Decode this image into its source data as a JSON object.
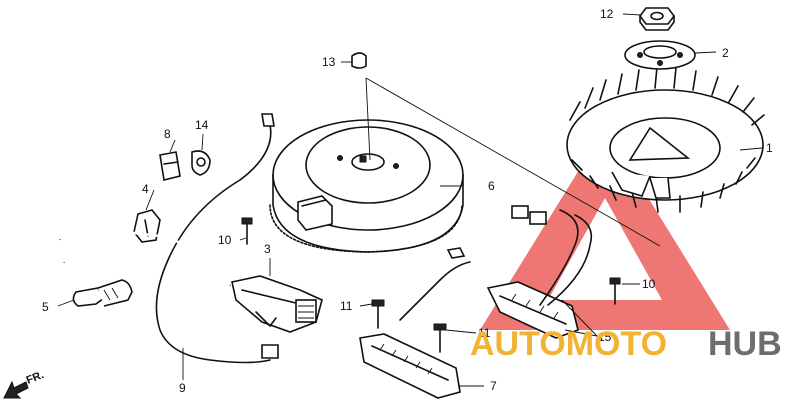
{
  "diagram": {
    "callouts": [
      {
        "id": "c1",
        "label": "1"
      },
      {
        "id": "c2",
        "label": "2"
      },
      {
        "id": "c3",
        "label": "3"
      },
      {
        "id": "c4",
        "label": "4"
      },
      {
        "id": "c5",
        "label": "5"
      },
      {
        "id": "c6",
        "label": "6"
      },
      {
        "id": "c7",
        "label": "7"
      },
      {
        "id": "c8",
        "label": "8"
      },
      {
        "id": "c9",
        "label": "9"
      },
      {
        "id": "c10a",
        "label": "10"
      },
      {
        "id": "c10b",
        "label": "10"
      },
      {
        "id": "c11a",
        "label": "11"
      },
      {
        "id": "c11b",
        "label": "11"
      },
      {
        "id": "c12",
        "label": "12"
      },
      {
        "id": "c13",
        "label": "13"
      },
      {
        "id": "c14",
        "label": "14"
      },
      {
        "id": "c15",
        "label": "15"
      }
    ],
    "direction_label": "FR.",
    "watermark": {
      "part1": "AUTOMOTO",
      "part2": "HUB",
      "color_primary": "#f2b233",
      "color_secondary": "#6d6d6d",
      "triangle_color": "#e8423d"
    }
  }
}
